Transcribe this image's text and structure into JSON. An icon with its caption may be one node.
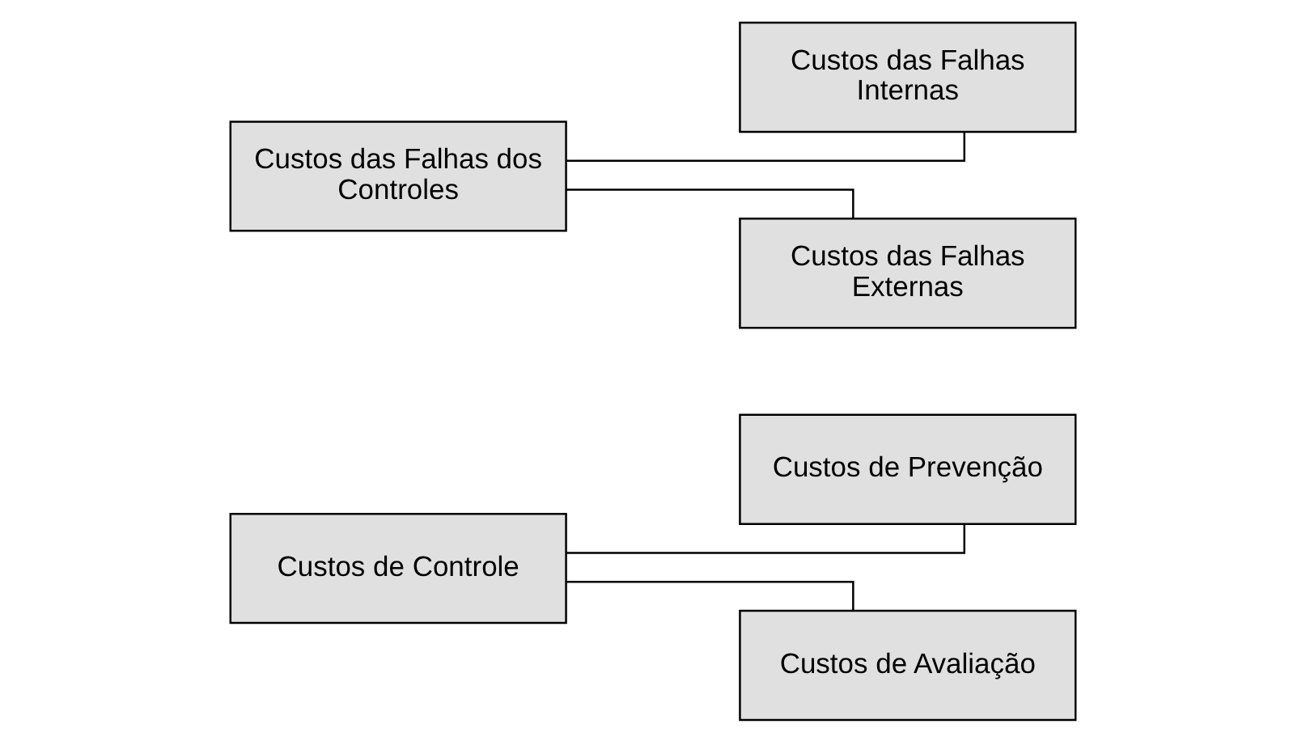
{
  "diagram": {
    "nodes": [
      {
        "text": [
          "Custos de Controle"
        ]
      },
      {
        "text": [
          "Custos de Prevenção"
        ]
      },
      {
        "text": [
          "Custos de Avaliação"
        ]
      },
      {
        "text": [
          "Custos das Falhas dos Controles"
        ]
      },
      {
        "text": [
          "Custos das Falhas Internas"
        ]
      },
      {
        "text": [
          "Custos das Falhas Externas"
        ]
      }
    ],
    "edges": [
      {
        "from": 0,
        "to": 1,
        "arrow": "none"
      },
      {
        "from": 0,
        "to": 2,
        "arrow": "none"
      },
      {
        "from": 3,
        "to": 4,
        "arrow": "none"
      },
      {
        "from": 3,
        "to": 5,
        "arrow": "none"
      }
    ]
  }
}
